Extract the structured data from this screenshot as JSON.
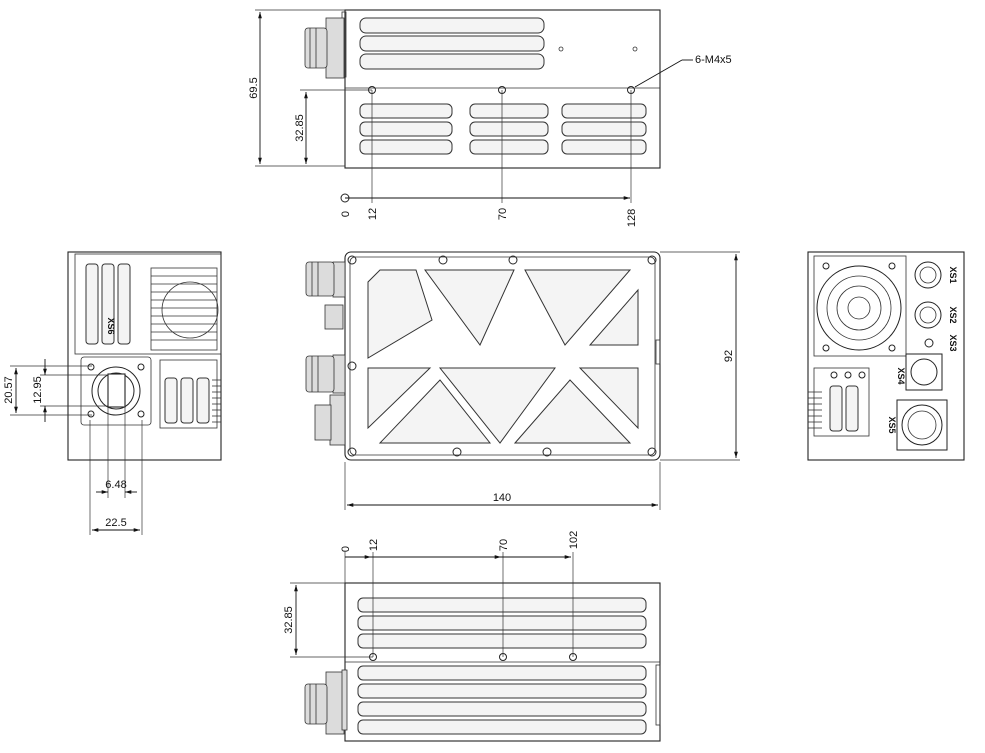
{
  "top_view": {
    "height_dim": "69.5",
    "hole_height_dim": "32.85",
    "x_positions": [
      "0",
      "12",
      "70",
      "128"
    ],
    "hole_callout": "6-M4x5"
  },
  "front_view": {
    "width_dim": "140",
    "height_dim": "92"
  },
  "left_view": {
    "connector_label": "XS6",
    "dim_20_57": "20.57",
    "dim_12_95": "12.95",
    "dim_6_48": "6.48",
    "dim_22_5": "22.5"
  },
  "right_view": {
    "labels": [
      "XS1",
      "XS2",
      "XS3",
      "XS4",
      "XS5"
    ]
  },
  "bottom_view": {
    "x_positions": [
      "0",
      "12",
      "70",
      "102"
    ],
    "hole_height_dim": "32.85"
  }
}
